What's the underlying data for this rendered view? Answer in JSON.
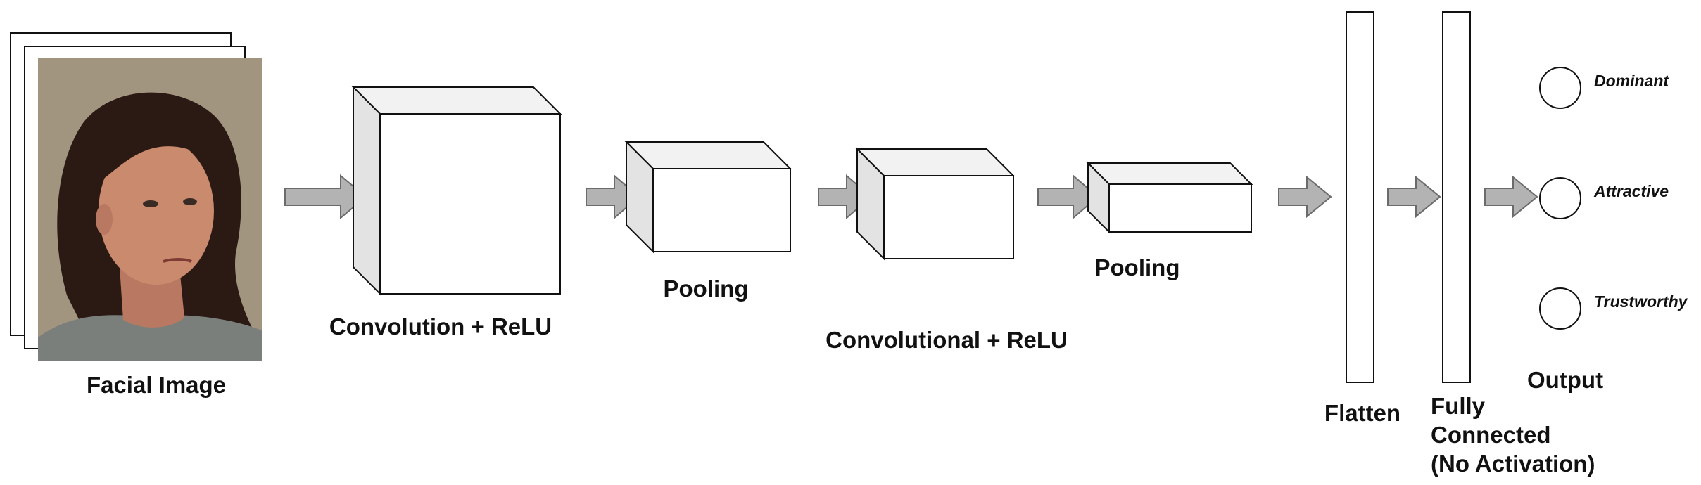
{
  "labels": {
    "input": "Facial Image",
    "conv1": "Convolution + ReLU",
    "pool1": "Pooling",
    "conv2": "Convolutional + ReLU",
    "pool2": "Pooling",
    "flatten": "Flatten",
    "fc_line1": "Fully",
    "fc_line2": "Connected",
    "fc_line3": "(No Activation)",
    "output": "Output"
  },
  "outputs": [
    {
      "label": "Dominant"
    },
    {
      "label": "Attractive"
    },
    {
      "label": "Trustworthy"
    }
  ],
  "colors": {
    "stroke": "#111111",
    "box_front": "#ffffff",
    "box_top": "#f2f2f2",
    "box_side": "#e3e3e3",
    "arrow_fill": "#b3b3b3",
    "arrow_stroke": "#6b6b6b",
    "photo_background": "#a19580"
  }
}
